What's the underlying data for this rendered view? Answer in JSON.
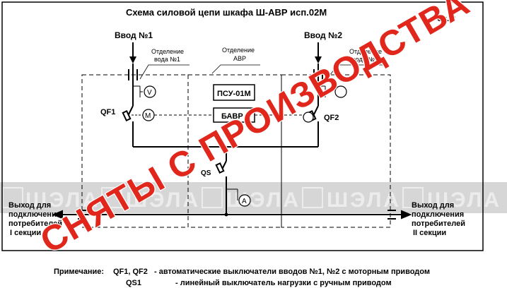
{
  "title": "Схема силовой цепи шкафа Ш-АВР исп.02М",
  "scheme_ref": "Сх. 3",
  "inputs": {
    "left": {
      "label": "Ввод №1",
      "section": "Отделение",
      "section_line2": "вода №1"
    },
    "right": {
      "label": "Ввод №2",
      "section": "Отделение",
      "section_line2": "вода №2"
    }
  },
  "avr_section": {
    "line1": "Отделение",
    "line2": "АВР"
  },
  "blocks": {
    "psu": "ПСУ-01М",
    "bavr": "БАВР"
  },
  "devices": {
    "qf1": "QF1",
    "qf2": "QF2",
    "qs1": "QS",
    "voltmeter": "V",
    "motor": "M",
    "ammeter": "A"
  },
  "outputs": {
    "left": {
      "line1": "Выход для",
      "line2": "подключения",
      "line3": "потребителей",
      "line4": "I секции"
    },
    "right": {
      "line1": "Выход для",
      "line2": "подключения",
      "line3": "потребителей",
      "line4": "II секции"
    }
  },
  "watermark": {
    "text": "ШЭЛА"
  },
  "stamp": {
    "text": "СНЯТЫ С ПРОИЗВОДСТВА",
    "color": "#e1261c"
  },
  "band_color": "#d6d6d6",
  "notes": {
    "label": "Примечание:",
    "row1_devices": "QF1, QF2",
    "row1_text": "- автоматические выключатели вводов №1, №2 с моторным приводом",
    "row2_devices": "QS1",
    "row2_text": "- линейный выключатель нагрузки с ручным приводом"
  }
}
